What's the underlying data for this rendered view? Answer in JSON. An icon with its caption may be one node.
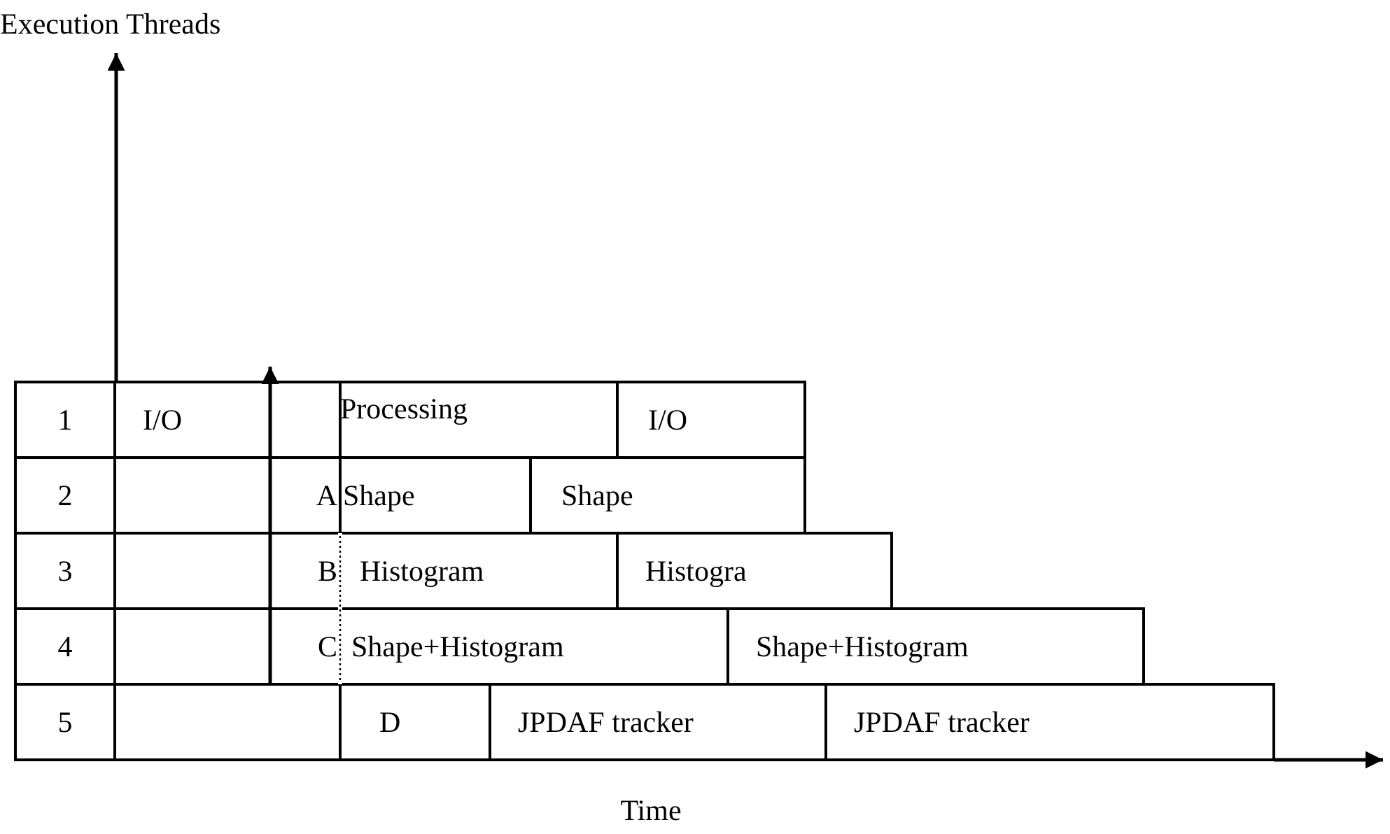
{
  "diagram": {
    "labels": [
      "Execution Threads",
      "1",
      "I/O",
      "Processing",
      "I/O",
      "2",
      "A",
      "Shape",
      "Shape",
      "3",
      "B",
      "Histogram",
      "Histogra",
      "4",
      "C",
      "Shape+Histogram",
      "Shape+Histogram",
      "5",
      "D",
      "JPDAF tracker",
      "JPDAF tracker",
      "Time"
    ]
  }
}
